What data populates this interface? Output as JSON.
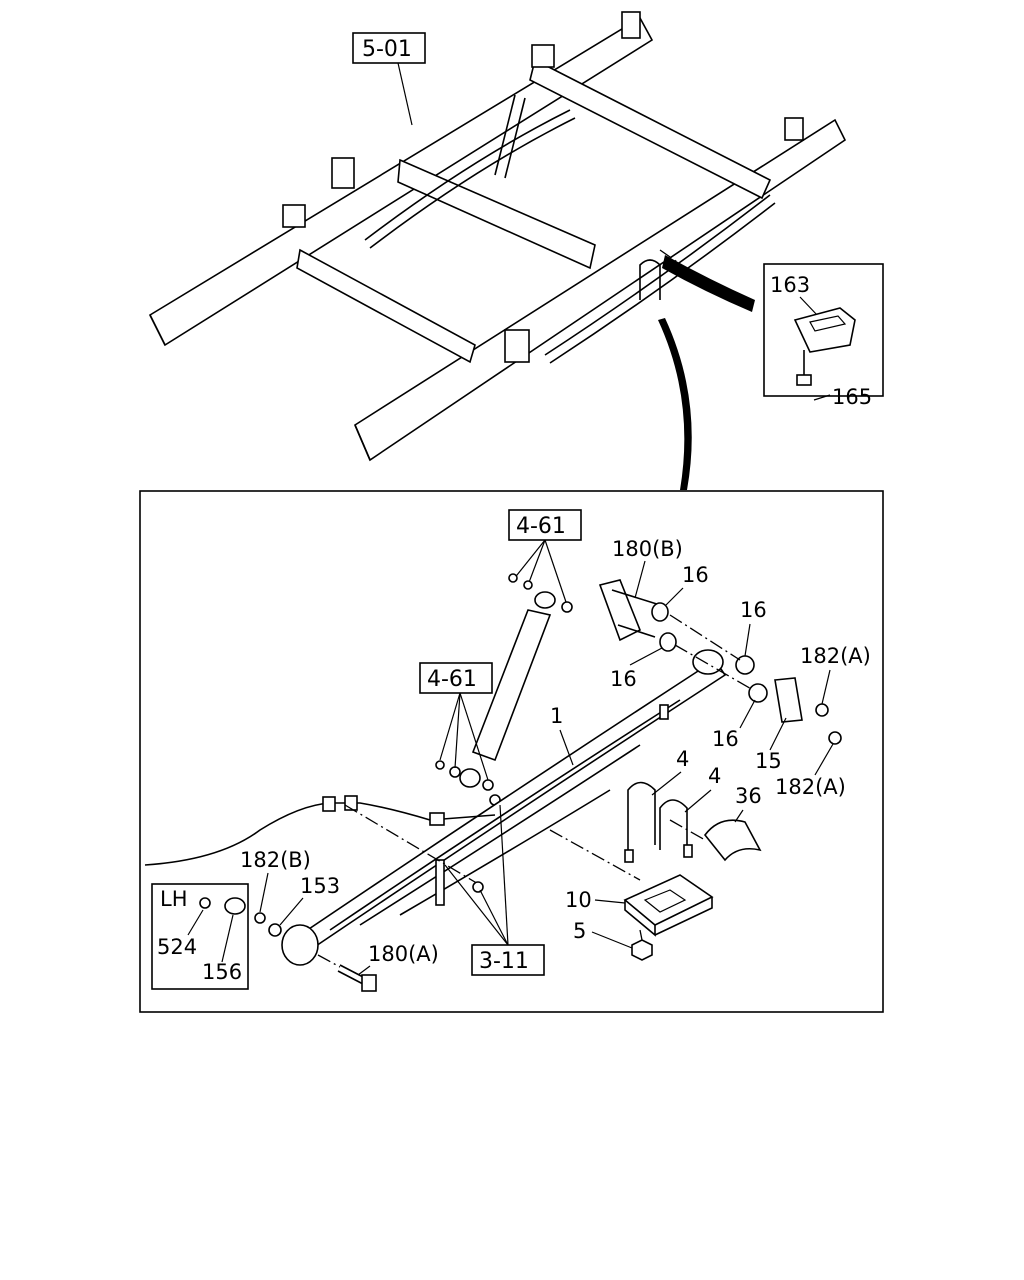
{
  "callouts": {
    "ref_frame": "5-01",
    "ref_shock_top": "4-61",
    "ref_shock_bottom": "4-61",
    "ref_brake": "3-11",
    "p163": "163",
    "p165": "165",
    "p180b": "180(B)",
    "p16_a": "16",
    "p16_b": "16",
    "p16_c": "16",
    "p16_d": "16",
    "p182a_top": "182(A)",
    "p182a_bottom": "182(A)",
    "p15": "15",
    "p1": "1",
    "p4_a": "4",
    "p4_b": "4",
    "p36": "36",
    "p182b": "182(B)",
    "p153": "153",
    "p10": "10",
    "p5": "5",
    "p180a": "180(A)",
    "lh": "LH",
    "p524": "524",
    "p156": "156"
  }
}
